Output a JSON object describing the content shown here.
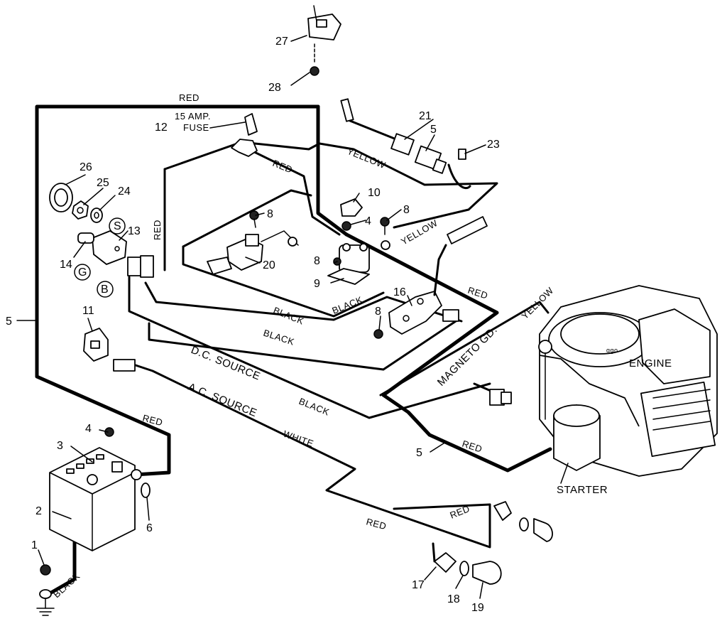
{
  "labels": {
    "p1": "1",
    "p2": "2",
    "p3": "3",
    "p4a": "4",
    "p4b": "4",
    "p5a": "5",
    "p5b": "5",
    "p5c": "5",
    "p6": "6",
    "p8a": "8",
    "p8b": "8",
    "p8c": "8",
    "p8d": "8",
    "p9": "9",
    "p10": "10",
    "p11": "11",
    "p12": "12",
    "p13": "13",
    "p14": "14",
    "p16": "16",
    "p17": "17",
    "p18": "18",
    "p19": "19",
    "p20": "20",
    "p21": "21",
    "p23": "23",
    "p24": "24",
    "p25": "25",
    "p26": "26",
    "p27": "27",
    "p28": "28",
    "term_s": "S",
    "term_g": "G",
    "term_b": "B",
    "fuse_line1": "15 AMP.",
    "fuse_line2": "FUSE"
  },
  "wires": {
    "red_top": "RED",
    "red_left": "RED",
    "red_mid": "RED",
    "red_right": "RED",
    "red_battery": "RED",
    "red_starter": "RED",
    "red_lamp_a": "RED",
    "red_lamp_b": "RED",
    "yellow_a": "YELLOW",
    "yellow_b": "YELLOW",
    "yellow_c": "YELLOW",
    "black_a": "BLACK",
    "black_b": "BLACK",
    "black_c": "BLACK",
    "black_d": "BLACK",
    "black_e": "BLACK",
    "white": "WHITE",
    "dc_source": "D.C. SOURCE",
    "ac_source": "A.C. SOURCE",
    "magneto": "MAGNETO GD."
  },
  "components": {
    "engine": "ENGINE",
    "starter": "STARTER",
    "engine_badge": "ggo"
  }
}
